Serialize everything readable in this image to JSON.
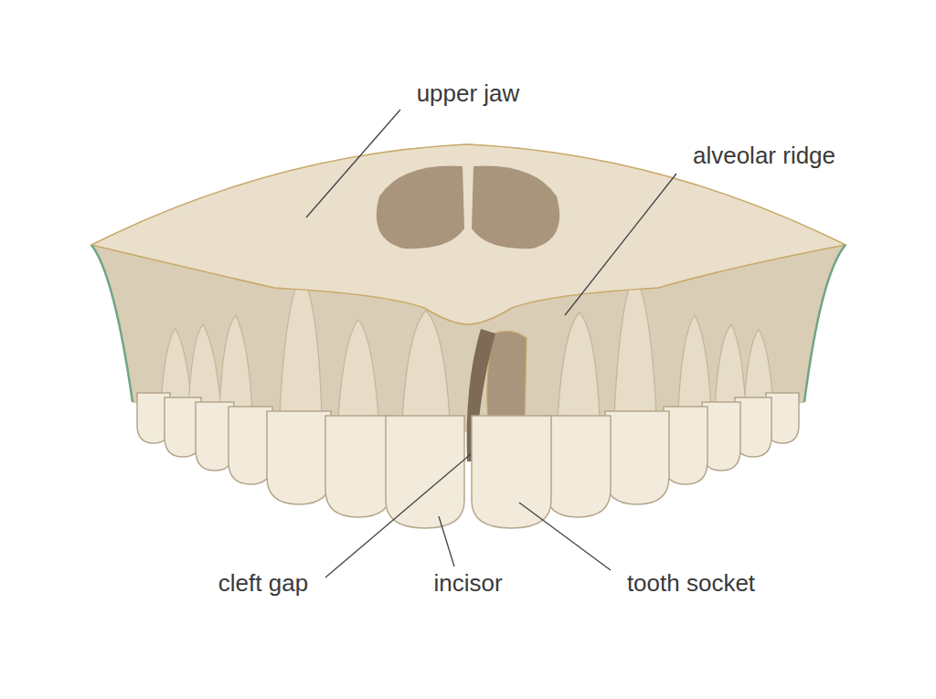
{
  "diagram": {
    "labels": [
      "upper jaw",
      "alveolar ridge",
      "cleft gap",
      "incisor",
      "tooth socket"
    ]
  }
}
